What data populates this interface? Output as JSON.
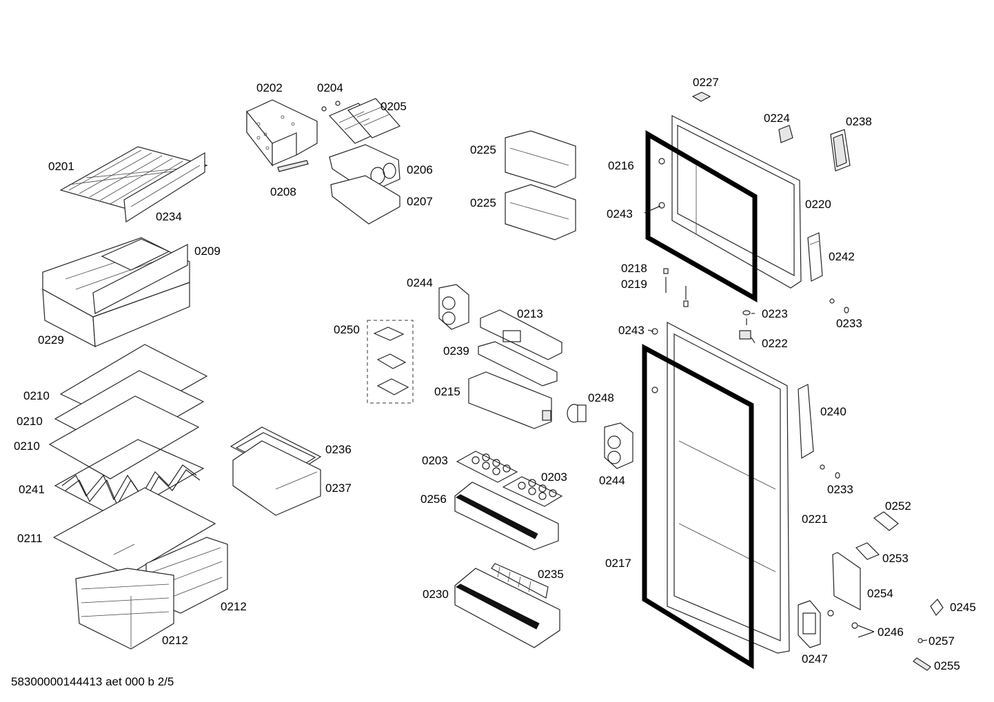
{
  "document_code": "58300000144413 aet 000 b 2/5",
  "labels": {
    "l0201": "0201",
    "l0234": "0234",
    "l0202": "0202",
    "l0204": "0204",
    "l0205": "0205",
    "l0206": "0206",
    "l0207": "0207",
    "l0208": "0208",
    "l0209": "0209",
    "l0229": "0229",
    "l0210a": "0210",
    "l0210b": "0210",
    "l0210c": "0210",
    "l0241": "0241",
    "l0211": "0211",
    "l0212a": "0212",
    "l0212b": "0212",
    "l0236": "0236",
    "l0237": "0237",
    "l0250": "0250",
    "l0225a": "0225",
    "l0225b": "0225",
    "l0244a": "0244",
    "l0213": "0213",
    "l0239": "0239",
    "l0215": "0215",
    "l0248": "0248",
    "l0244b": "0244",
    "l0203a": "0203",
    "l0203b": "0203",
    "l0256": "0256",
    "l0235": "0235",
    "l0230": "0230",
    "l0227": "0227",
    "l0224": "0224",
    "l0238": "0238",
    "l0216": "0216",
    "l0220": "0220",
    "l0243a": "0243",
    "l0242": "0242",
    "l0218": "0218",
    "l0219": "0219",
    "l0223": "0223",
    "l0233a": "0233",
    "l0222": "0222",
    "l0243b": "0243",
    "l0240": "0240",
    "l0233b": "0233",
    "l0221": "0221",
    "l0252": "0252",
    "l0253": "0253",
    "l0217": "0217",
    "l0254": "0254",
    "l0245": "0245",
    "l0246": "0246",
    "l0257": "0257",
    "l0247": "0247",
    "l0255": "0255"
  }
}
